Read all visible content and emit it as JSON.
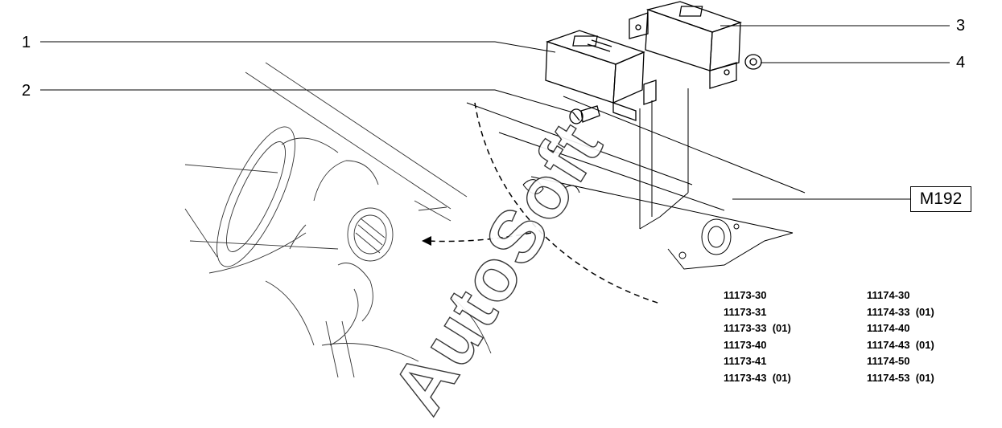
{
  "callouts": {
    "c1": "1",
    "c2": "2",
    "c3": "3",
    "c4": "4"
  },
  "reference_box": "M192",
  "part_codes": {
    "left": [
      "11173-30",
      "11173-31",
      "11173-33  (01)",
      "11173-40",
      "11173-41",
      "11173-43  (01)"
    ],
    "right": [
      "11174-30",
      "11174-33  (01)",
      "11174-40",
      "11174-43  (01)",
      "11174-50",
      "11174-53  (01)"
    ]
  },
  "watermark": "AutoSoft"
}
